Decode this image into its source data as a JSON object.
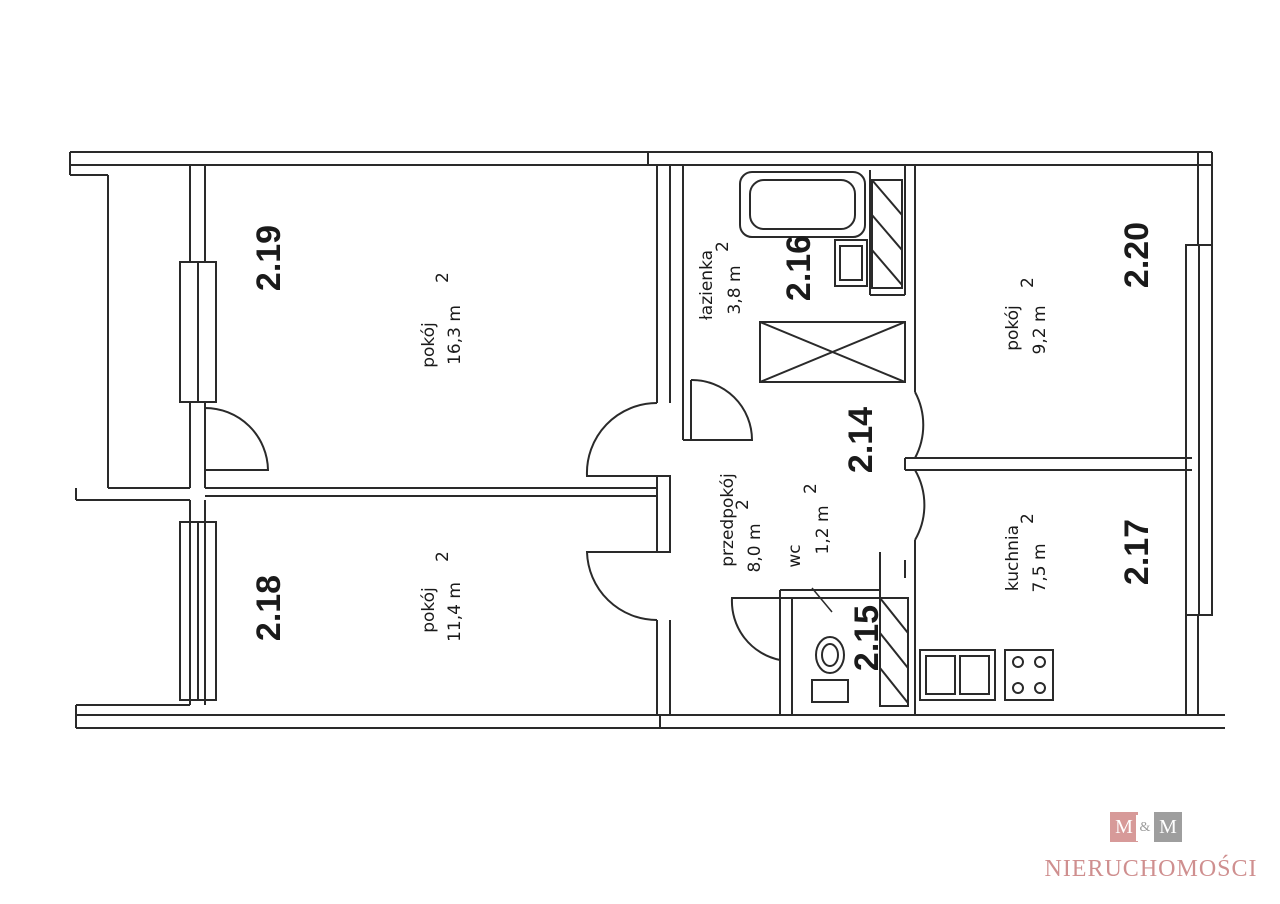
{
  "rooms": [
    {
      "id": "r219",
      "number": "2.19",
      "name": "pokój",
      "area": "16,3 m",
      "unit_sup": "2"
    },
    {
      "id": "r218",
      "number": "2.18",
      "name": "pokój",
      "area": "11,4 m",
      "unit_sup": "2"
    },
    {
      "id": "r216",
      "number": "2.16",
      "name": "łazienka",
      "area": "3,8 m",
      "unit_sup": "2"
    },
    {
      "id": "r220",
      "number": "2.20",
      "name": "pokój",
      "area": "9,2 m",
      "unit_sup": "2"
    },
    {
      "id": "r214",
      "number": "2.14",
      "name": "przedpokój",
      "area": "8,0 m",
      "unit_sup": "2"
    },
    {
      "id": "r215",
      "number": "2.15",
      "name": "wc",
      "area": "1,2 m",
      "unit_sup": "2"
    },
    {
      "id": "r217",
      "number": "2.17",
      "name": "kuchnia",
      "area": "7,5 m",
      "unit_sup": "2"
    }
  ],
  "logo": {
    "letter_left": "M",
    "ampersand": "&",
    "letter_right": "M",
    "text": "NIERUCHOMOŚCI",
    "color_pink": "#d79a99",
    "color_gray": "#9e9e9e"
  }
}
